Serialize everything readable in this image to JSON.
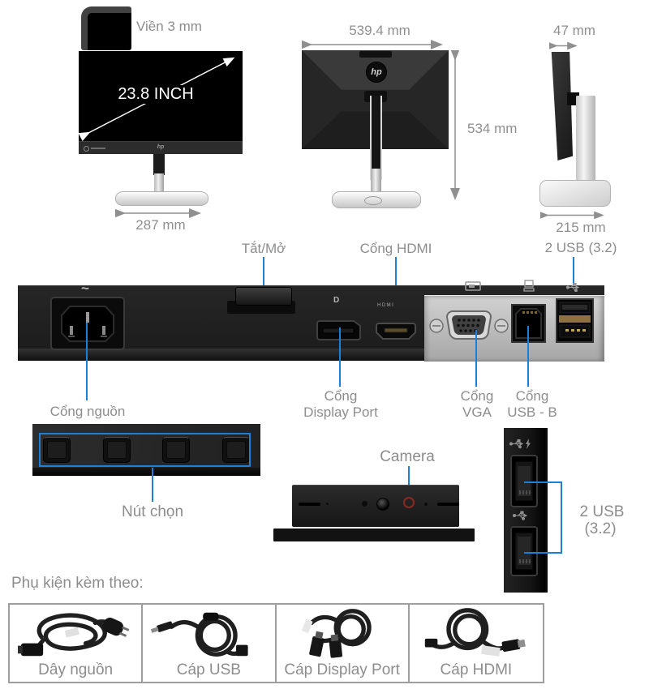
{
  "colors": {
    "accent": "#1d7fd8",
    "label": "#8d8d8d"
  },
  "top": {
    "bezel_label": "Viền 3 mm",
    "front": {
      "diagonal": "23.8 INCH",
      "width": "287 mm",
      "logo": "hp"
    },
    "back": {
      "width": "539.4 mm",
      "height": "534 mm",
      "logo": "hp"
    },
    "side": {
      "depth": "47 mm",
      "base_depth": "215 mm"
    }
  },
  "rear_panel": {
    "power_toggle_label": "Tắt/Mở",
    "hdmi_label": "Cổng HDMI",
    "usb_label": "2 USB (3.2)",
    "power_symbol": "~",
    "power_port_label": "Cổng nguồn",
    "dp_marking": "D",
    "hdmi_port_marking": "HDMI",
    "displayport_label_line1": "Cổng",
    "displayport_label_line2": "Display Port",
    "vga_label_line1": "Cổng",
    "vga_label_line2": "VGA",
    "usbb_label_line1": "Cổng",
    "usbb_label_line2": "USB - B"
  },
  "controls": {
    "buttons_label": "Nút chọn"
  },
  "camera": {
    "label": "Camera"
  },
  "side_ports": {
    "label_line1": "2 USB",
    "label_line2": "(3.2)"
  },
  "accessories": {
    "title": "Phụ kiện kèm theo:",
    "items": [
      {
        "label": "Dây nguồn"
      },
      {
        "label": "Cáp USB"
      },
      {
        "label": "Cáp Display Port"
      },
      {
        "label": "Cáp HDMI"
      }
    ]
  }
}
